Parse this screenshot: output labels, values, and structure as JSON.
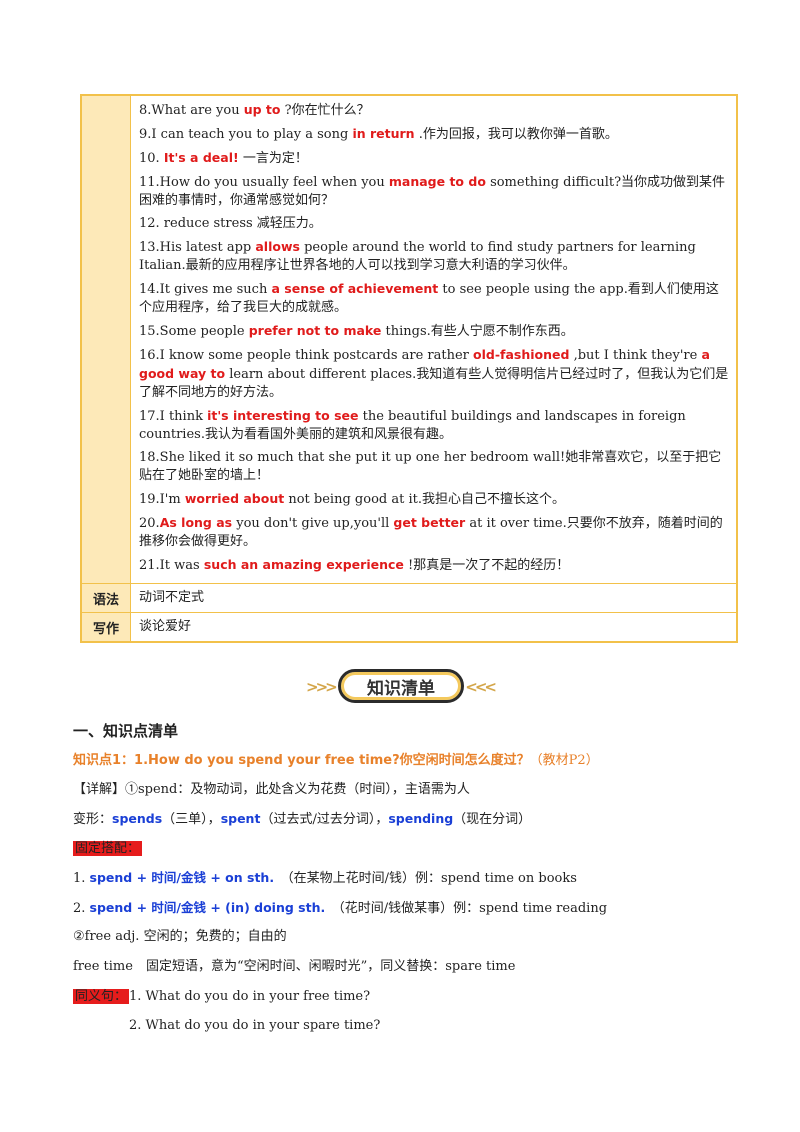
{
  "table": {
    "items": [
      {
        "a": "8.What are you ",
        "p1": "up to",
        "b": "?你在忙什么？",
        "p2": "",
        "c": ""
      },
      {
        "a": "9.I can teach you to play a song ",
        "p1": "in return",
        "b": ".作为回报，我可以教你弹一首歌。",
        "p2": "",
        "c": ""
      },
      {
        "a": "10. ",
        "p1": "It's a deal!",
        "b": "一言为定！",
        "p2": "",
        "c": ""
      },
      {
        "a": "11.How do you usually feel when you ",
        "p1": "manage to do",
        "b": " something difficult?当你成功做到某件困难的事情时，你通常感觉如何？",
        "p2": "",
        "c": ""
      },
      {
        "a": "12. reduce stress 减轻压力。",
        "p1": "",
        "b": "",
        "p2": "",
        "c": ""
      },
      {
        "a": "13.His latest app ",
        "p1": "allows",
        "b": " people around the world to find study partners for learning Italian.最新的应用程序让世界各地的人可以找到学习意大利语的学习伙伴。",
        "p2": "",
        "c": ""
      },
      {
        "a": "14.It gives me such ",
        "p1": "a sense of achievement",
        "b": " to see people using the app.看到人们使用这个应用程序，给了我巨大的成就感。",
        "p2": "",
        "c": ""
      },
      {
        "a": "15.Some people ",
        "p1": "prefer not to make",
        "b": " things.有些人宁愿不制作东西。",
        "p2": "",
        "c": ""
      },
      {
        "a": "16.I know some people think postcards are rather ",
        "p1": "old-fashioned",
        "b": ",but I think they're ",
        "p2": "a good way to",
        "c": " learn about different places.我知道有些人觉得明信片已经过时了，但我认为它们是了解不同地方的好方法。"
      },
      {
        "a": "17.I think ",
        "p1": "it's interesting to see",
        "b": " the beautiful buildings and landscapes in foreign countries.我认为看看国外美丽的建筑和风景很有趣。",
        "p2": "",
        "c": ""
      },
      {
        "a": "18.She liked it so much that she put it up one her bedroom wall!她非常喜欢它，以至于把它贴在了她卧室的墙上！",
        "p1": "",
        "b": "",
        "p2": "",
        "c": ""
      },
      {
        "a": "19.I'm ",
        "p1": "worried about",
        "b": " not being good at it.我担心自己不擅长这个。",
        "p2": "",
        "c": ""
      },
      {
        "a": "20.",
        "p1": "As long as",
        "b": " you don't give up,you'll ",
        "p2": "get better",
        "c": " at it over time.只要你不放弃，随着时间的推移你会做得更好。"
      },
      {
        "a": "21.It was ",
        "p1": "such an amazing experience",
        "b": "!那真是一次了不起的经历！",
        "p2": "",
        "c": ""
      }
    ],
    "grammar_label": "语法",
    "grammar_value": "动词不定式",
    "writing_label": "写作",
    "writing_value": "谈论爱好"
  },
  "banner": {
    "title": "知识清单",
    "left": ">>>",
    "right": "<<<"
  },
  "section": {
    "heading": "一、知识点清单",
    "kp_title": "知识点1：1.How do you spend your free time?你空闲时间怎么度过？",
    "kp_source": "（教材P2）",
    "detail": "【详解】①spend：及物动词，此处含义为花费（时间），主语需为人",
    "forms_prefix": "变形：",
    "forms": [
      {
        "word": "spends",
        "note": "（三单），"
      },
      {
        "word": "spent",
        "note": "（过去式/过去分词），"
      },
      {
        "word": "spending",
        "note": "（现在分词）"
      }
    ],
    "fixed_label": "固定搭配：",
    "colloc1_prefix": "1. ",
    "colloc1_bold": "spend + 时间/金钱 + on sth.",
    "colloc1_rest": "（在某物上花时间/钱）例：spend time on books",
    "colloc2_prefix": "2. ",
    "colloc2_bold": "spend + 时间/金钱 + (in) doing sth.",
    "colloc2_rest": "（花时间/钱做某事）例：spend time reading",
    "free_line": "②free adj. 空闲的；免费的；自由的",
    "free_time_line": "free time　固定短语，意为“空闲时间、闲暇时光”，同义替换：spare time",
    "syn_label": "同义句：",
    "syn1": "1. What do you do in your free time?",
    "syn2": "2. What do you do in your spare time?"
  }
}
